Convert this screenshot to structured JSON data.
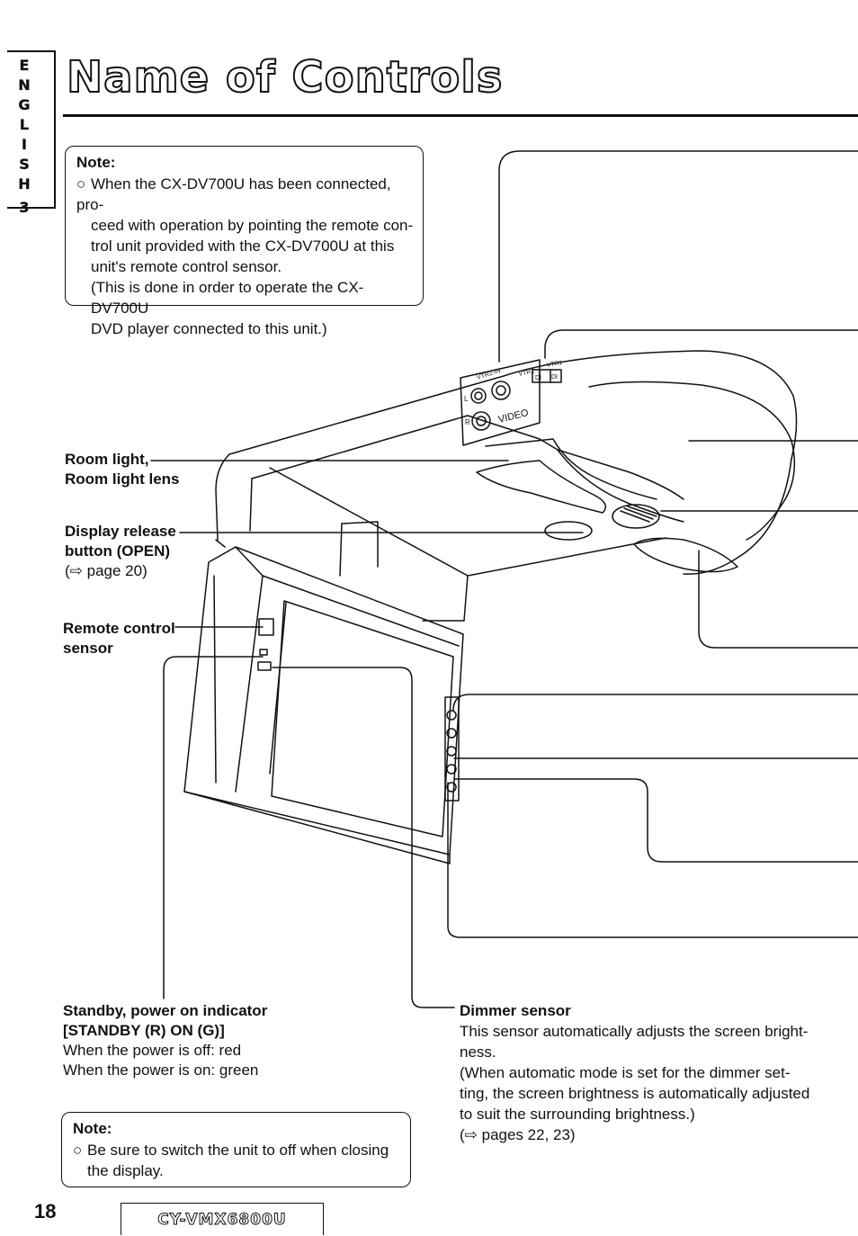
{
  "language_tab": [
    "E",
    "N",
    "G",
    "L",
    "I",
    "S",
    "H",
    "3"
  ],
  "title": "Name of Controls",
  "note_top": {
    "title": "Note:",
    "lines": [
      "When the CX-DV700U has been connected, pro-",
      "ceed with operation by pointing the remote con-",
      "trol unit provided with the CX-DV700U at this",
      "unit's remote control sensor.",
      "(This is done in order to operate the CX-DV700U",
      "DVD player connected to this unit.)"
    ]
  },
  "callouts": {
    "room_light": {
      "line1": "Room light,",
      "line2": "Room light lens"
    },
    "display_release": {
      "line1": "Display release",
      "line2": "button (OPEN)",
      "ref": "(⇨ page 20)"
    },
    "remote_sensor": {
      "line1": "Remote control",
      "line2": "sensor"
    },
    "standby": {
      "line1": "Standby, power on indicator",
      "line2": "[STANDBY (R) ON (G)]",
      "desc1": "When the power is off: red",
      "desc2": "When the power is on: green"
    },
    "dimmer": {
      "title": "Dimmer sensor",
      "lines": [
        "This sensor automatically adjusts the screen bright-",
        "ness.",
        "(When automatic mode is set for the dimmer set-",
        "ting, the screen brightness is automatically adjusted",
        "to suit the surrounding brightness.)",
        "(⇨ pages 22, 23)"
      ]
    }
  },
  "diagram_labels": {
    "vtr2_in": "VTR2-IN",
    "vtr2": "VTR2",
    "vtr1": "VTR1",
    "jack_l": "L",
    "jack_r": "R",
    "video": "VIDEO",
    "switch_left": "DI",
    "switch_right": "DI"
  },
  "note_bottom": {
    "title": "Note:",
    "line1": "Be sure to switch the unit to off when closing",
    "line2": "the display."
  },
  "page_number": "18",
  "model": "CY-VMX6800U"
}
